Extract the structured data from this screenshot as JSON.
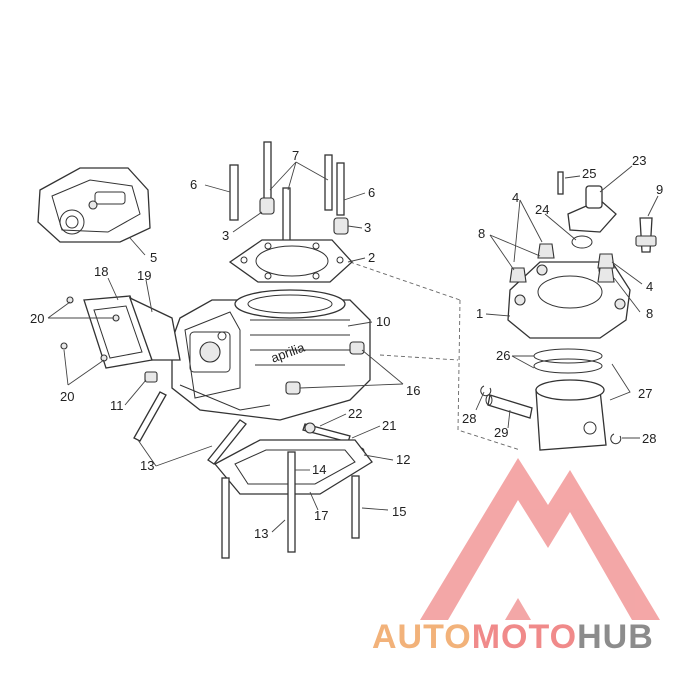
{
  "diagram": {
    "brand_mark": "aprilia",
    "callouts": [
      "1",
      "2",
      "3",
      "3",
      "4",
      "4",
      "5",
      "6",
      "6",
      "7",
      "8",
      "8",
      "9",
      "10",
      "11",
      "12",
      "13",
      "13",
      "14",
      "15",
      "16",
      "17",
      "18",
      "19",
      "20",
      "20",
      "21",
      "22",
      "23",
      "24",
      "25",
      "26",
      "27",
      "28",
      "28",
      "29"
    ]
  },
  "watermark": {
    "word_part1": "AUTO",
    "word_part2": "MOTO",
    "word_part3": "HUB",
    "colors": {
      "part1": "#f0b070",
      "part2": "#f08080",
      "part3": "#888888",
      "logo": "#f08080"
    }
  }
}
